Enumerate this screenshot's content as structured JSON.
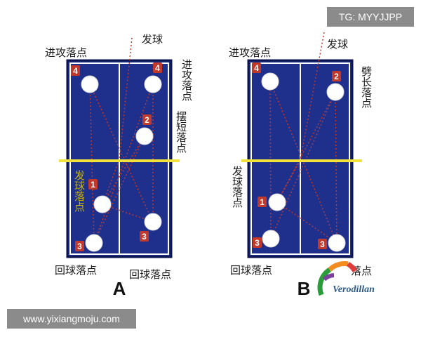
{
  "watermark_tg": "TG: MYYJJPP",
  "watermark_site": "www.yixiangmoju.com",
  "watermark_logo": "Verodillan",
  "colors": {
    "court": "#1e2f8c",
    "court_border": "#0c1550",
    "net": "#f2e33a",
    "path": "#c0392b",
    "badge": "#c0392b",
    "ball": "#ffffff"
  },
  "diagram_a": {
    "letter": "A",
    "label_serve": "发球",
    "label_attack_left": "进攻落点",
    "label_attack_right": "进攻落点",
    "label_short": "摆短落点",
    "label_serve_land": "发球落点",
    "label_return_left": "回球落点",
    "label_return_right": "回球落点",
    "badges": [
      "4",
      "4",
      "2",
      "1",
      "3",
      "3"
    ]
  },
  "diagram_b": {
    "letter": "B",
    "label_serve": "发球",
    "label_attack": "进攻落点",
    "label_long": "劈长落点",
    "label_serve_land": "发球落点",
    "label_return_left": "回球落点",
    "label_return_right": "落点",
    "badges": [
      "4",
      "2",
      "1",
      "3",
      "3"
    ]
  }
}
